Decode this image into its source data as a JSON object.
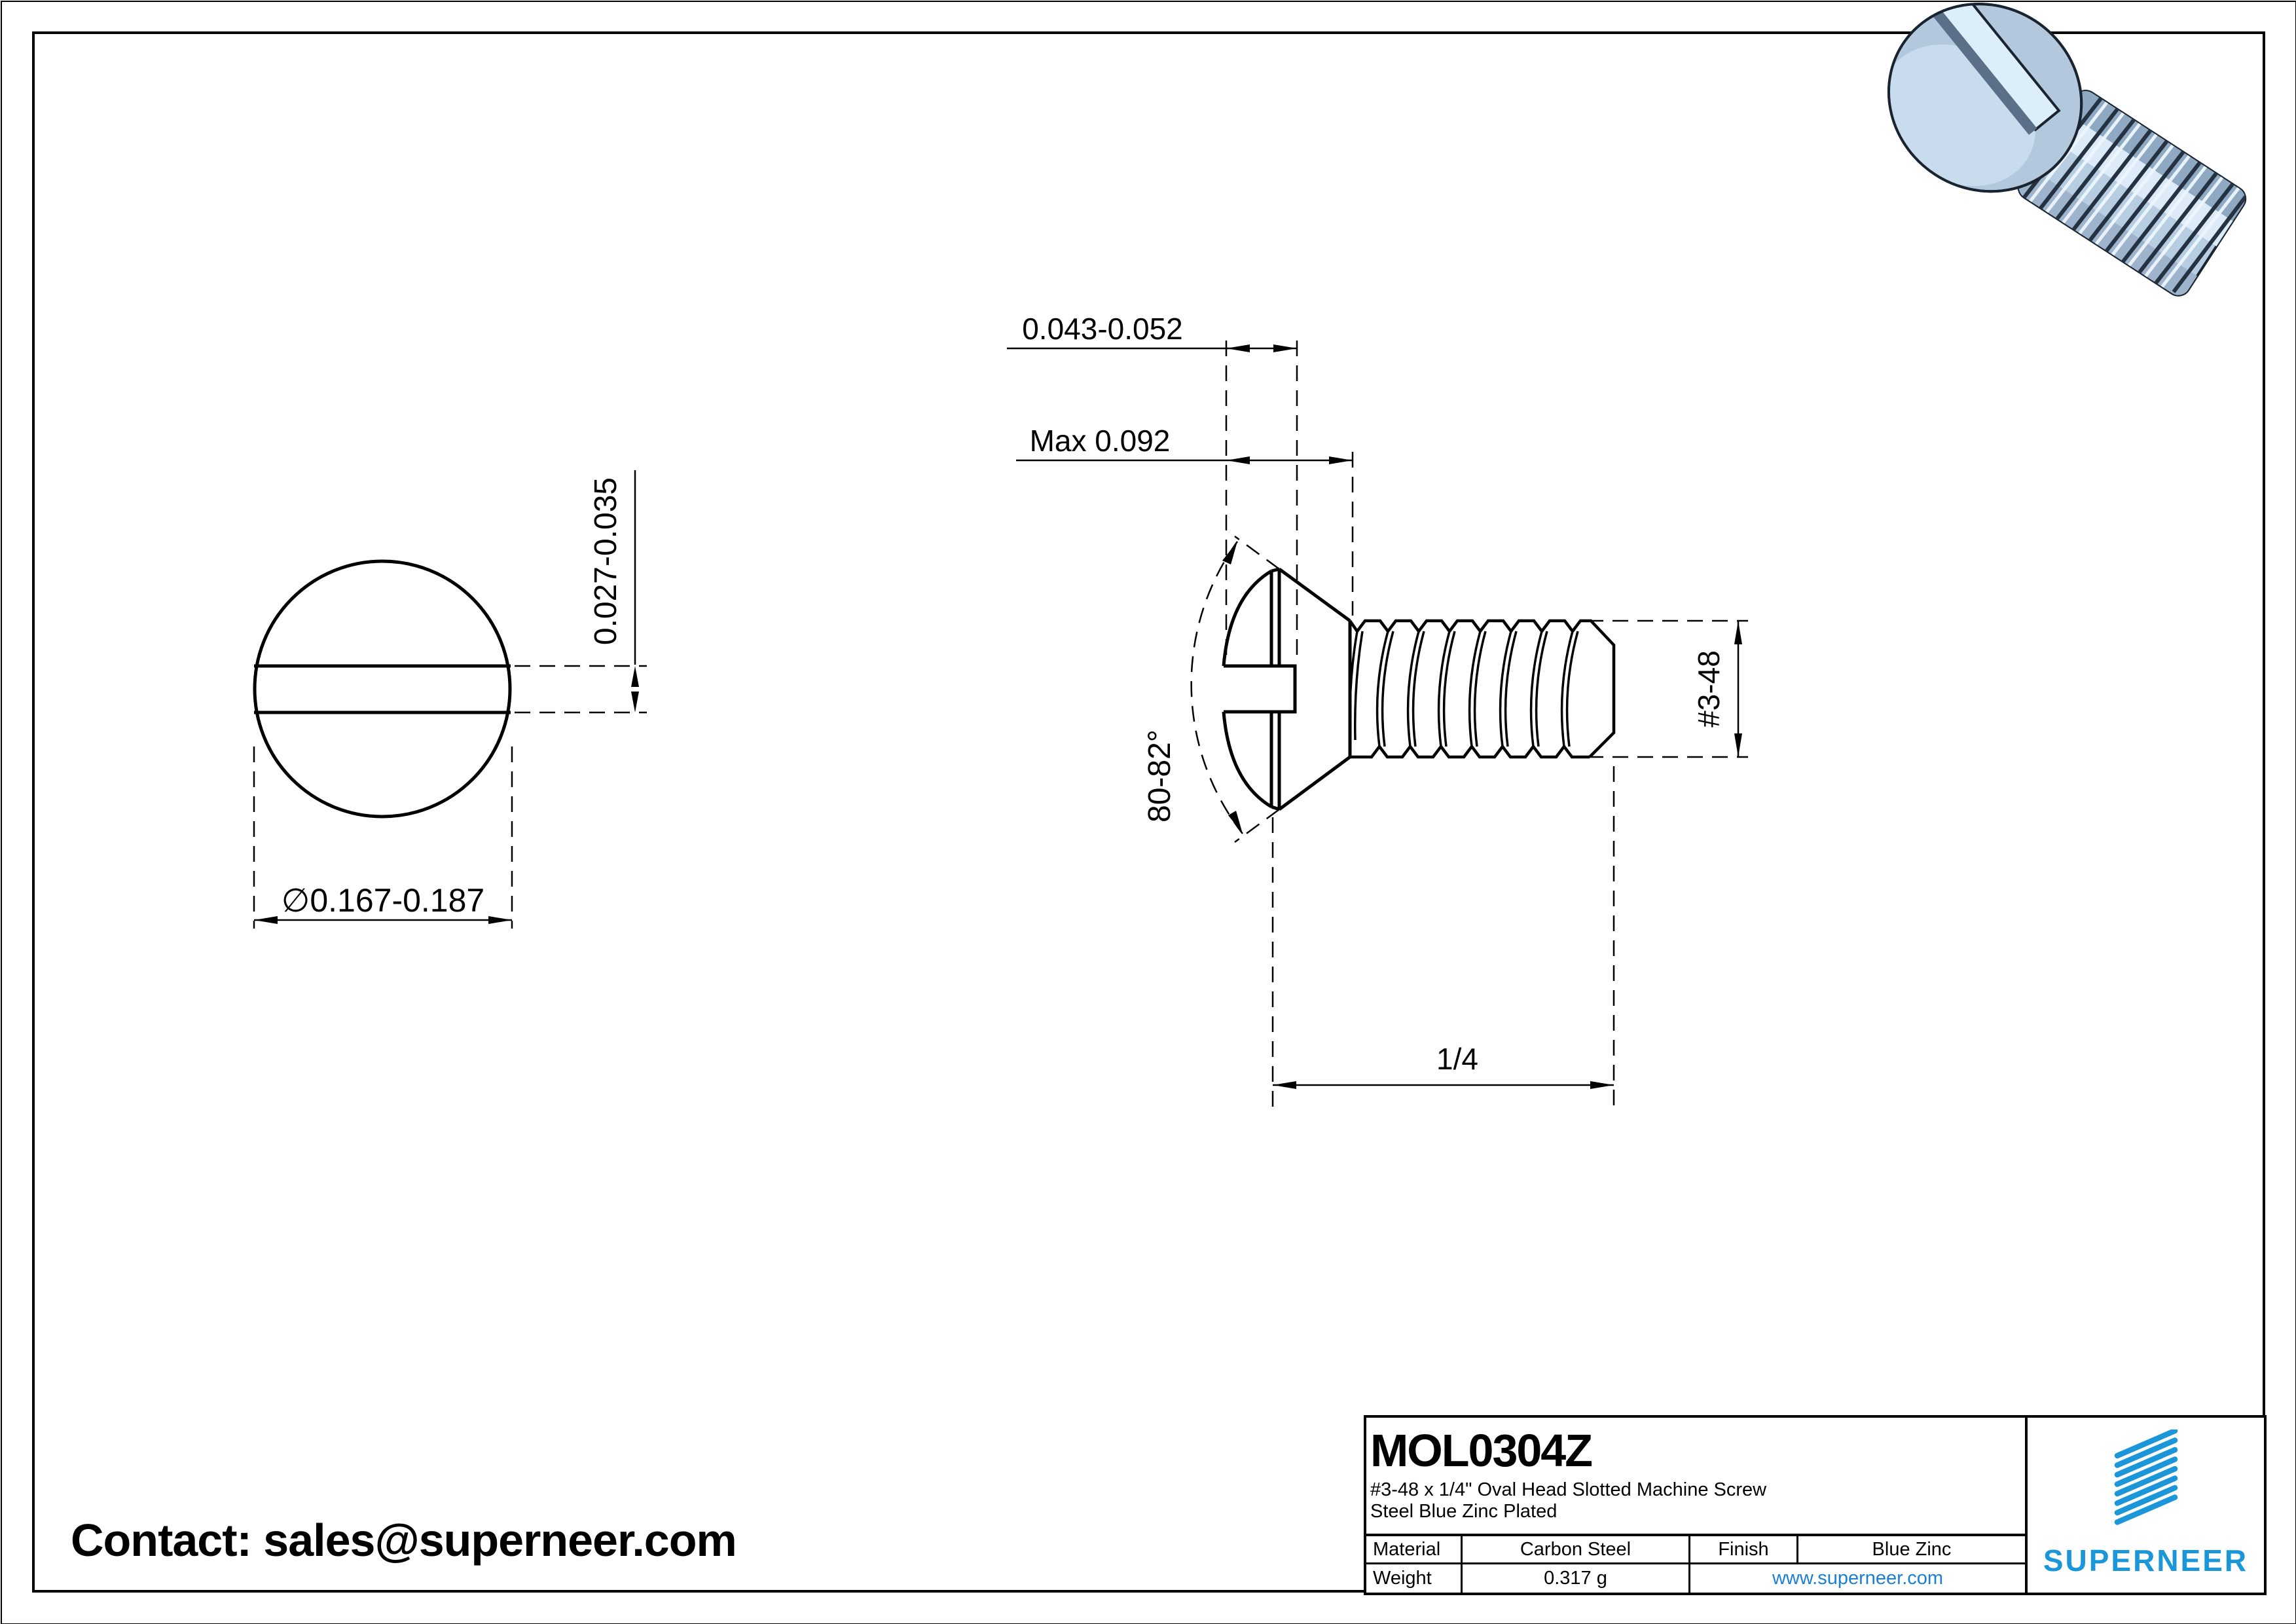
{
  "page": {
    "contact": "Contact: sales@superneer.com"
  },
  "views": {
    "front": {
      "slot_depth": "0.027-0.035",
      "head_diameter": "∅0.167-0.187"
    },
    "side": {
      "slot_width": "0.043-0.052",
      "head_height": "Max 0.092",
      "head_angle": "80-82°",
      "thread_spec": "#3-48",
      "length": "1/4"
    }
  },
  "title_block": {
    "part_number": "MOL0304Z",
    "description_line1": "#3-48 x 1/4\" Oval Head Slotted Machine Screw",
    "description_line2": "Steel Blue Zinc Plated",
    "material_label": "Material",
    "material_value": "Carbon Steel",
    "finish_label": "Finish",
    "finish_value": "Blue Zinc",
    "weight_label": "Weight",
    "weight_value": "0.317 g",
    "website": "www.superneer.com",
    "brand": "SUPERNEER"
  },
  "colors": {
    "accent_blue": "#1b96d8",
    "link_blue": "#1a7fd6",
    "line": "#000000"
  }
}
